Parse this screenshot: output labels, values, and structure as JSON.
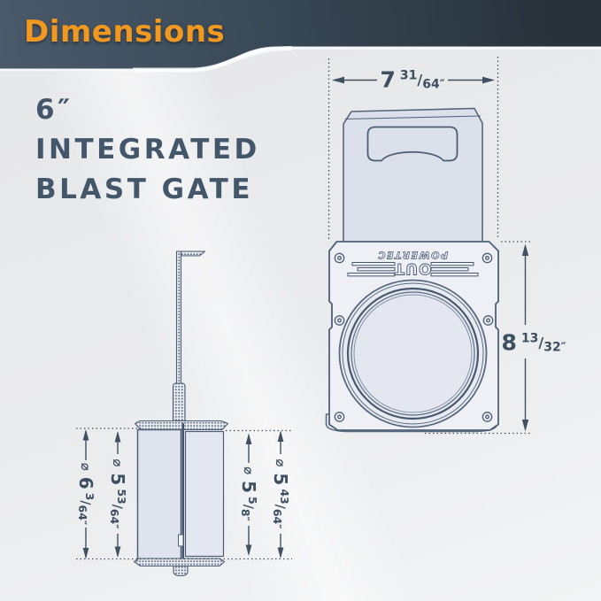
{
  "banner": {
    "title": "Dimensions"
  },
  "heading": {
    "size": "6″",
    "line2": "INTEGRATED",
    "line3": "BLAST GATE"
  },
  "glyphs": {
    "diameter": "⌀",
    "slash": "/"
  },
  "front_view": {
    "brand": "POWERTEC",
    "port_label": "OUT",
    "width_dim": {
      "whole": "7",
      "num": "31",
      "den": "64",
      "unit": "″"
    },
    "height_dim": {
      "whole": "8",
      "num": "13",
      "den": "32",
      "unit": "″"
    }
  },
  "side_view": {
    "dims": [
      {
        "whole": "6",
        "num": "3",
        "den": "64",
        "unit": "″"
      },
      {
        "whole": "5",
        "num": "53",
        "den": "64",
        "unit": "″"
      },
      {
        "whole": "5",
        "num": "5",
        "den": "8",
        "unit": "″"
      },
      {
        "whole": "5",
        "num": "43",
        "den": "64",
        "unit": "″"
      }
    ]
  },
  "colors": {
    "accent_orange": "#F0981F",
    "banner_dark": "#28323B",
    "banner_slate": "#4A5A6B",
    "ink": "#3F5061",
    "drawing_fill": "#DCE0EB",
    "background": "#E9EAEC"
  }
}
